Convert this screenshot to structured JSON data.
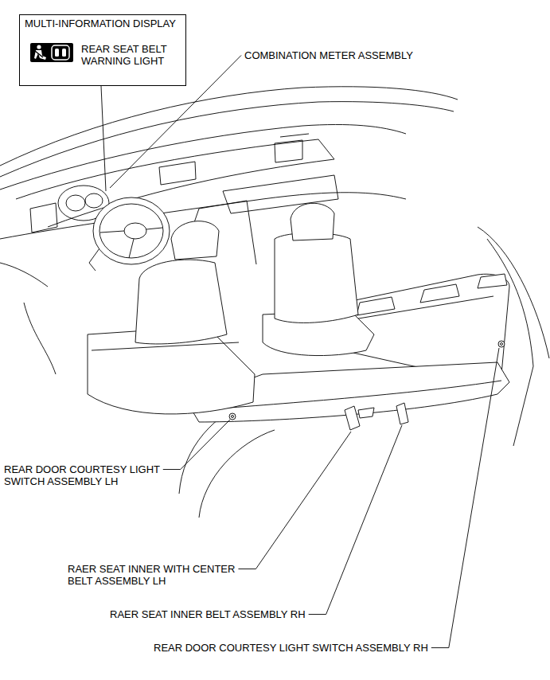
{
  "diagram": {
    "nodes": [
      {
        "text": [
          "MULTI-INFORMATION DISPLAY",
          "REAR SEAT BELT WARNING LIGHT"
        ]
      }
    ],
    "labels": [
      "COMBINATION METER ASSEMBLY",
      "REAR DOOR COURTESY LIGHT SWITCH ASSEMBLY LH",
      "RAER SEAT INNER WITH CENTER BELT ASSEMBLY LH",
      "RAER SEAT INNER BELT ASSEMBLY RH",
      "REAR DOOR COURTESY LIGHT SWITCH ASSEMBLY RH"
    ]
  }
}
